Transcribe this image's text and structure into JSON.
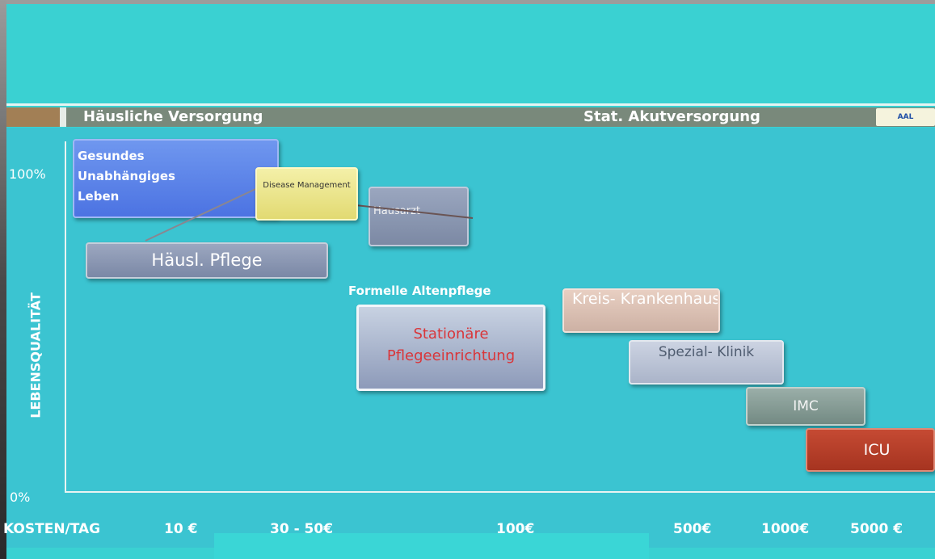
{
  "header": {
    "left_sector": "Häusliche Versorgung",
    "right_sector": "Stat. Akutversorgung",
    "logo_text": "AAL"
  },
  "y_axis": {
    "title": "LEBENSQUALITÄT",
    "top_label": "100%",
    "bottom_label": "0%"
  },
  "x_axis": {
    "title": "KOSTEN/TAG",
    "labels": [
      "10 €",
      "30 - 50€",
      "100€",
      "500€",
      "1000€",
      "5000 €"
    ]
  },
  "boxes": {
    "gesundes": [
      "Gesundes",
      "Unabhängiges",
      "Leben"
    ],
    "disease": [
      "Disease",
      "Management"
    ],
    "hausarzt": "Hausarzt",
    "pflege": "Häusl. Pflege",
    "formelle": "Formelle Altenpflege",
    "stationaer": [
      "Stationäre",
      "Pflegeeinrichtung"
    ],
    "kreis": [
      "Kreis-",
      "Krankenhaus"
    ],
    "spezial": [
      "Spezial-",
      "Klinik"
    ],
    "imc": "IMC",
    "icu": "ICU"
  },
  "colors": {
    "background": "#3ad1d2",
    "chart_area": "#3bc4d1",
    "sector_bar": "#79897b",
    "icu": "#b43c27",
    "stationaer_text": "#d9363a"
  }
}
